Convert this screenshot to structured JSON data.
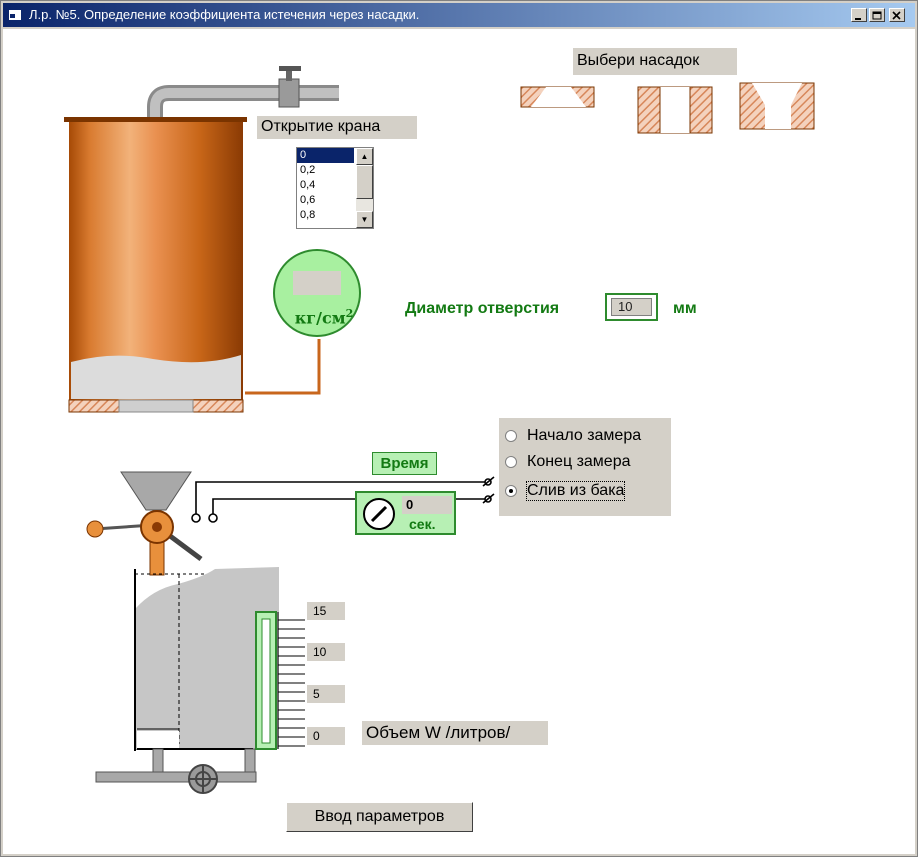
{
  "window": {
    "title": "Л.р. №5. Определение коэффициента истечения через насадки.",
    "buttons": [
      "minimize",
      "maximize",
      "close"
    ]
  },
  "labels": {
    "tap_opening": "Открытие крана",
    "choose_nozzle": "Выбери насадок",
    "diameter": "Диаметр отверстия",
    "diameter_unit": "мм",
    "time": "Время",
    "time_unit": "сек.",
    "volume": "Объем W /литров/",
    "gauge_unit": "кг/см",
    "gauge_unit_sup": "2"
  },
  "tap_list": {
    "items": [
      "0",
      "0,2",
      "0,4",
      "0,6",
      "0,8"
    ],
    "selected": "0"
  },
  "diameter_value": "10",
  "timer_value": "0",
  "radio_options": [
    {
      "label": "Начало замера",
      "checked": false
    },
    {
      "label": "Конец замера",
      "checked": false
    },
    {
      "label": "Слив из бака",
      "checked": true
    }
  ],
  "scale_values": [
    "15",
    "10",
    "5",
    "0"
  ],
  "submit_button": "Ввод параметров",
  "colors": {
    "accent_green": "#137a13",
    "panel_green": "#b7f0b4",
    "tank_copper": "#c8661c",
    "hatch": "#d7875a"
  }
}
